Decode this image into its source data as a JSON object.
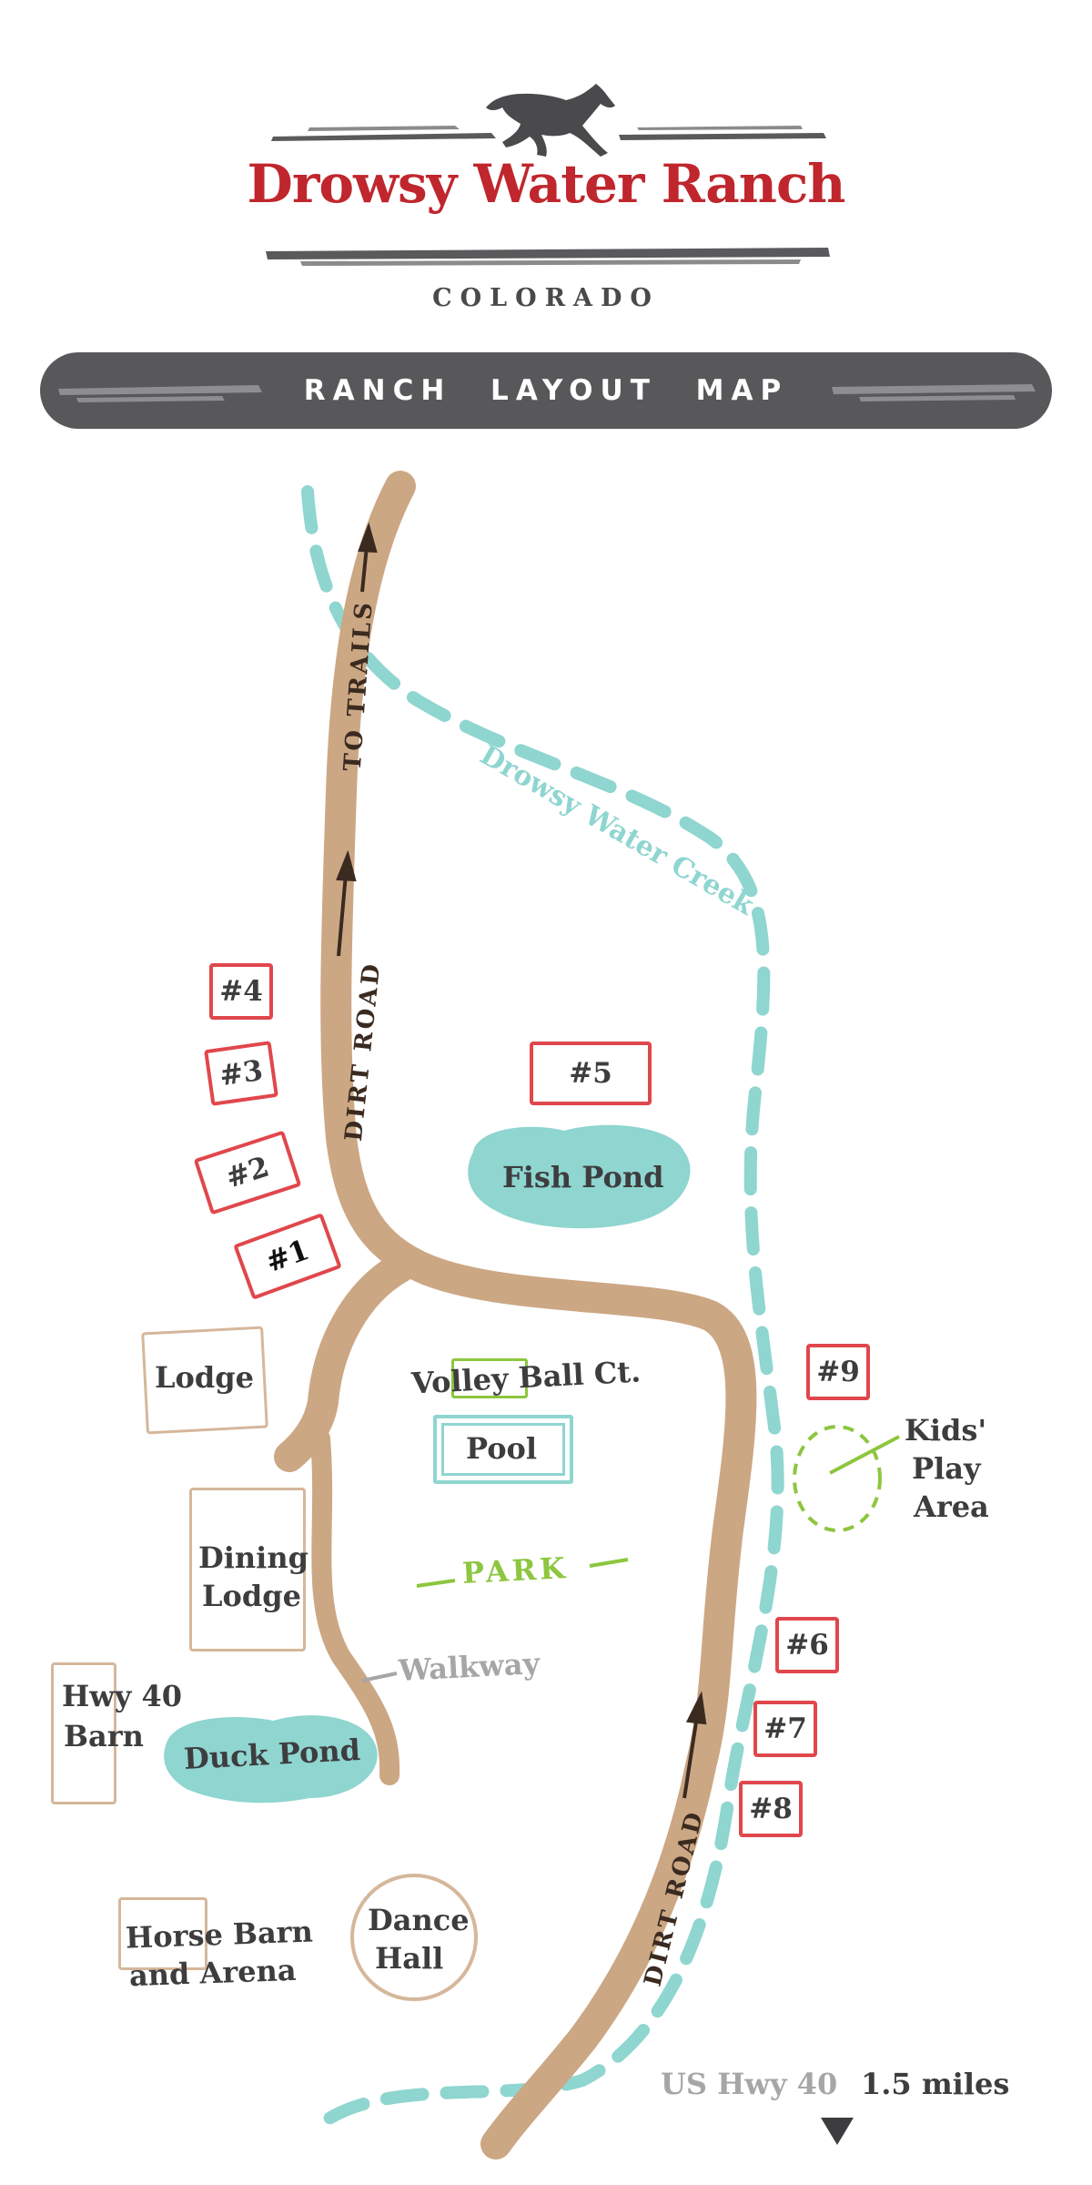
{
  "header": {
    "brand_name": "Drowsy Water Ranch",
    "state": "COLORADO",
    "banner_title": "RANCH LAYOUT MAP",
    "logo_icon": "horse-icon"
  },
  "map": {
    "roads": {
      "upper_label": "DIRT ROAD",
      "trails_label": "TO TRAILS",
      "lower_label": "DIRT ROAD",
      "walkway_label": "Walkway"
    },
    "creek_label": "Drowsy Water Creek",
    "cabins": [
      "#1",
      "#2",
      "#3",
      "#4",
      "#5",
      "#6",
      "#7",
      "#8",
      "#9"
    ],
    "places": {
      "fish_pond": "Fish Pond",
      "duck_pond": "Duck Pond",
      "lodge": "Lodge",
      "dining_lodge_1": "Dining",
      "dining_lodge_2": "Lodge",
      "hwy_barn_1": "Hwy 40",
      "hwy_barn_2": "Barn",
      "horse_barn_1": "Horse Barn",
      "horse_barn_2": "and Arena",
      "dance_hall_1": "Dance",
      "dance_hall_2": "Hall",
      "volleyball": "Volley Ball Ct.",
      "pool": "Pool",
      "park": "PARK",
      "kids_1": "Kids'",
      "kids_2": "Play",
      "kids_3": "Area"
    },
    "highway": {
      "name": "US Hwy 40",
      "distance": "1.5 miles"
    }
  },
  "colors": {
    "brand_red": "#C0262D",
    "cabin_red": "#E0474C",
    "road_tan": "#CCA784",
    "water_teal": "#8FD5D0",
    "park_green": "#8DC63F",
    "text_dark": "#3D3D3F",
    "banner_gray": "#58585A",
    "building_outline": "#D5B79B",
    "muted_gray": "#A6A6A8"
  }
}
